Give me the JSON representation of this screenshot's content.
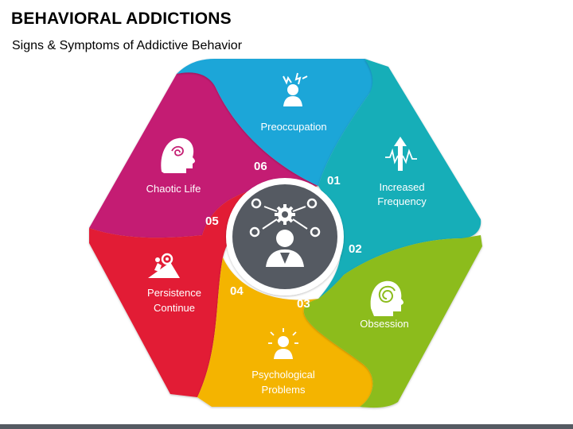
{
  "header": {
    "title": "BEHAVIORAL ADDICTIONS",
    "subtitle": "Signs & Symptoms of Addictive Behavior"
  },
  "segments": [
    {
      "number": "01",
      "label_lines": [
        "Preoccupation"
      ],
      "color": "#1aa6d8",
      "icon": "stressed-head-icon"
    },
    {
      "number": "02",
      "label_lines": [
        "Increased",
        "Frequency"
      ],
      "color": "#14aeb8",
      "icon": "rising-wave-arrow-icon"
    },
    {
      "number": "03",
      "label_lines": [
        "Obsession"
      ],
      "color": "#8cbc1c",
      "icon": "spiral-head-icon"
    },
    {
      "number": "04",
      "label_lines": [
        "Psychological",
        "Problems"
      ],
      "color": "#f4b400",
      "icon": "alarmed-person-icon"
    },
    {
      "number": "05",
      "label_lines": [
        "Persistence",
        "Continue"
      ],
      "color": "#e21d36",
      "icon": "uphill-push-icon"
    },
    {
      "number": "06",
      "label_lines": [
        "Chaotic Life"
      ],
      "color": "#c41f73",
      "icon": "tangled-head-icon"
    }
  ],
  "center": {
    "icon": "person-thinking-gears-icon",
    "color": "#555a62"
  }
}
